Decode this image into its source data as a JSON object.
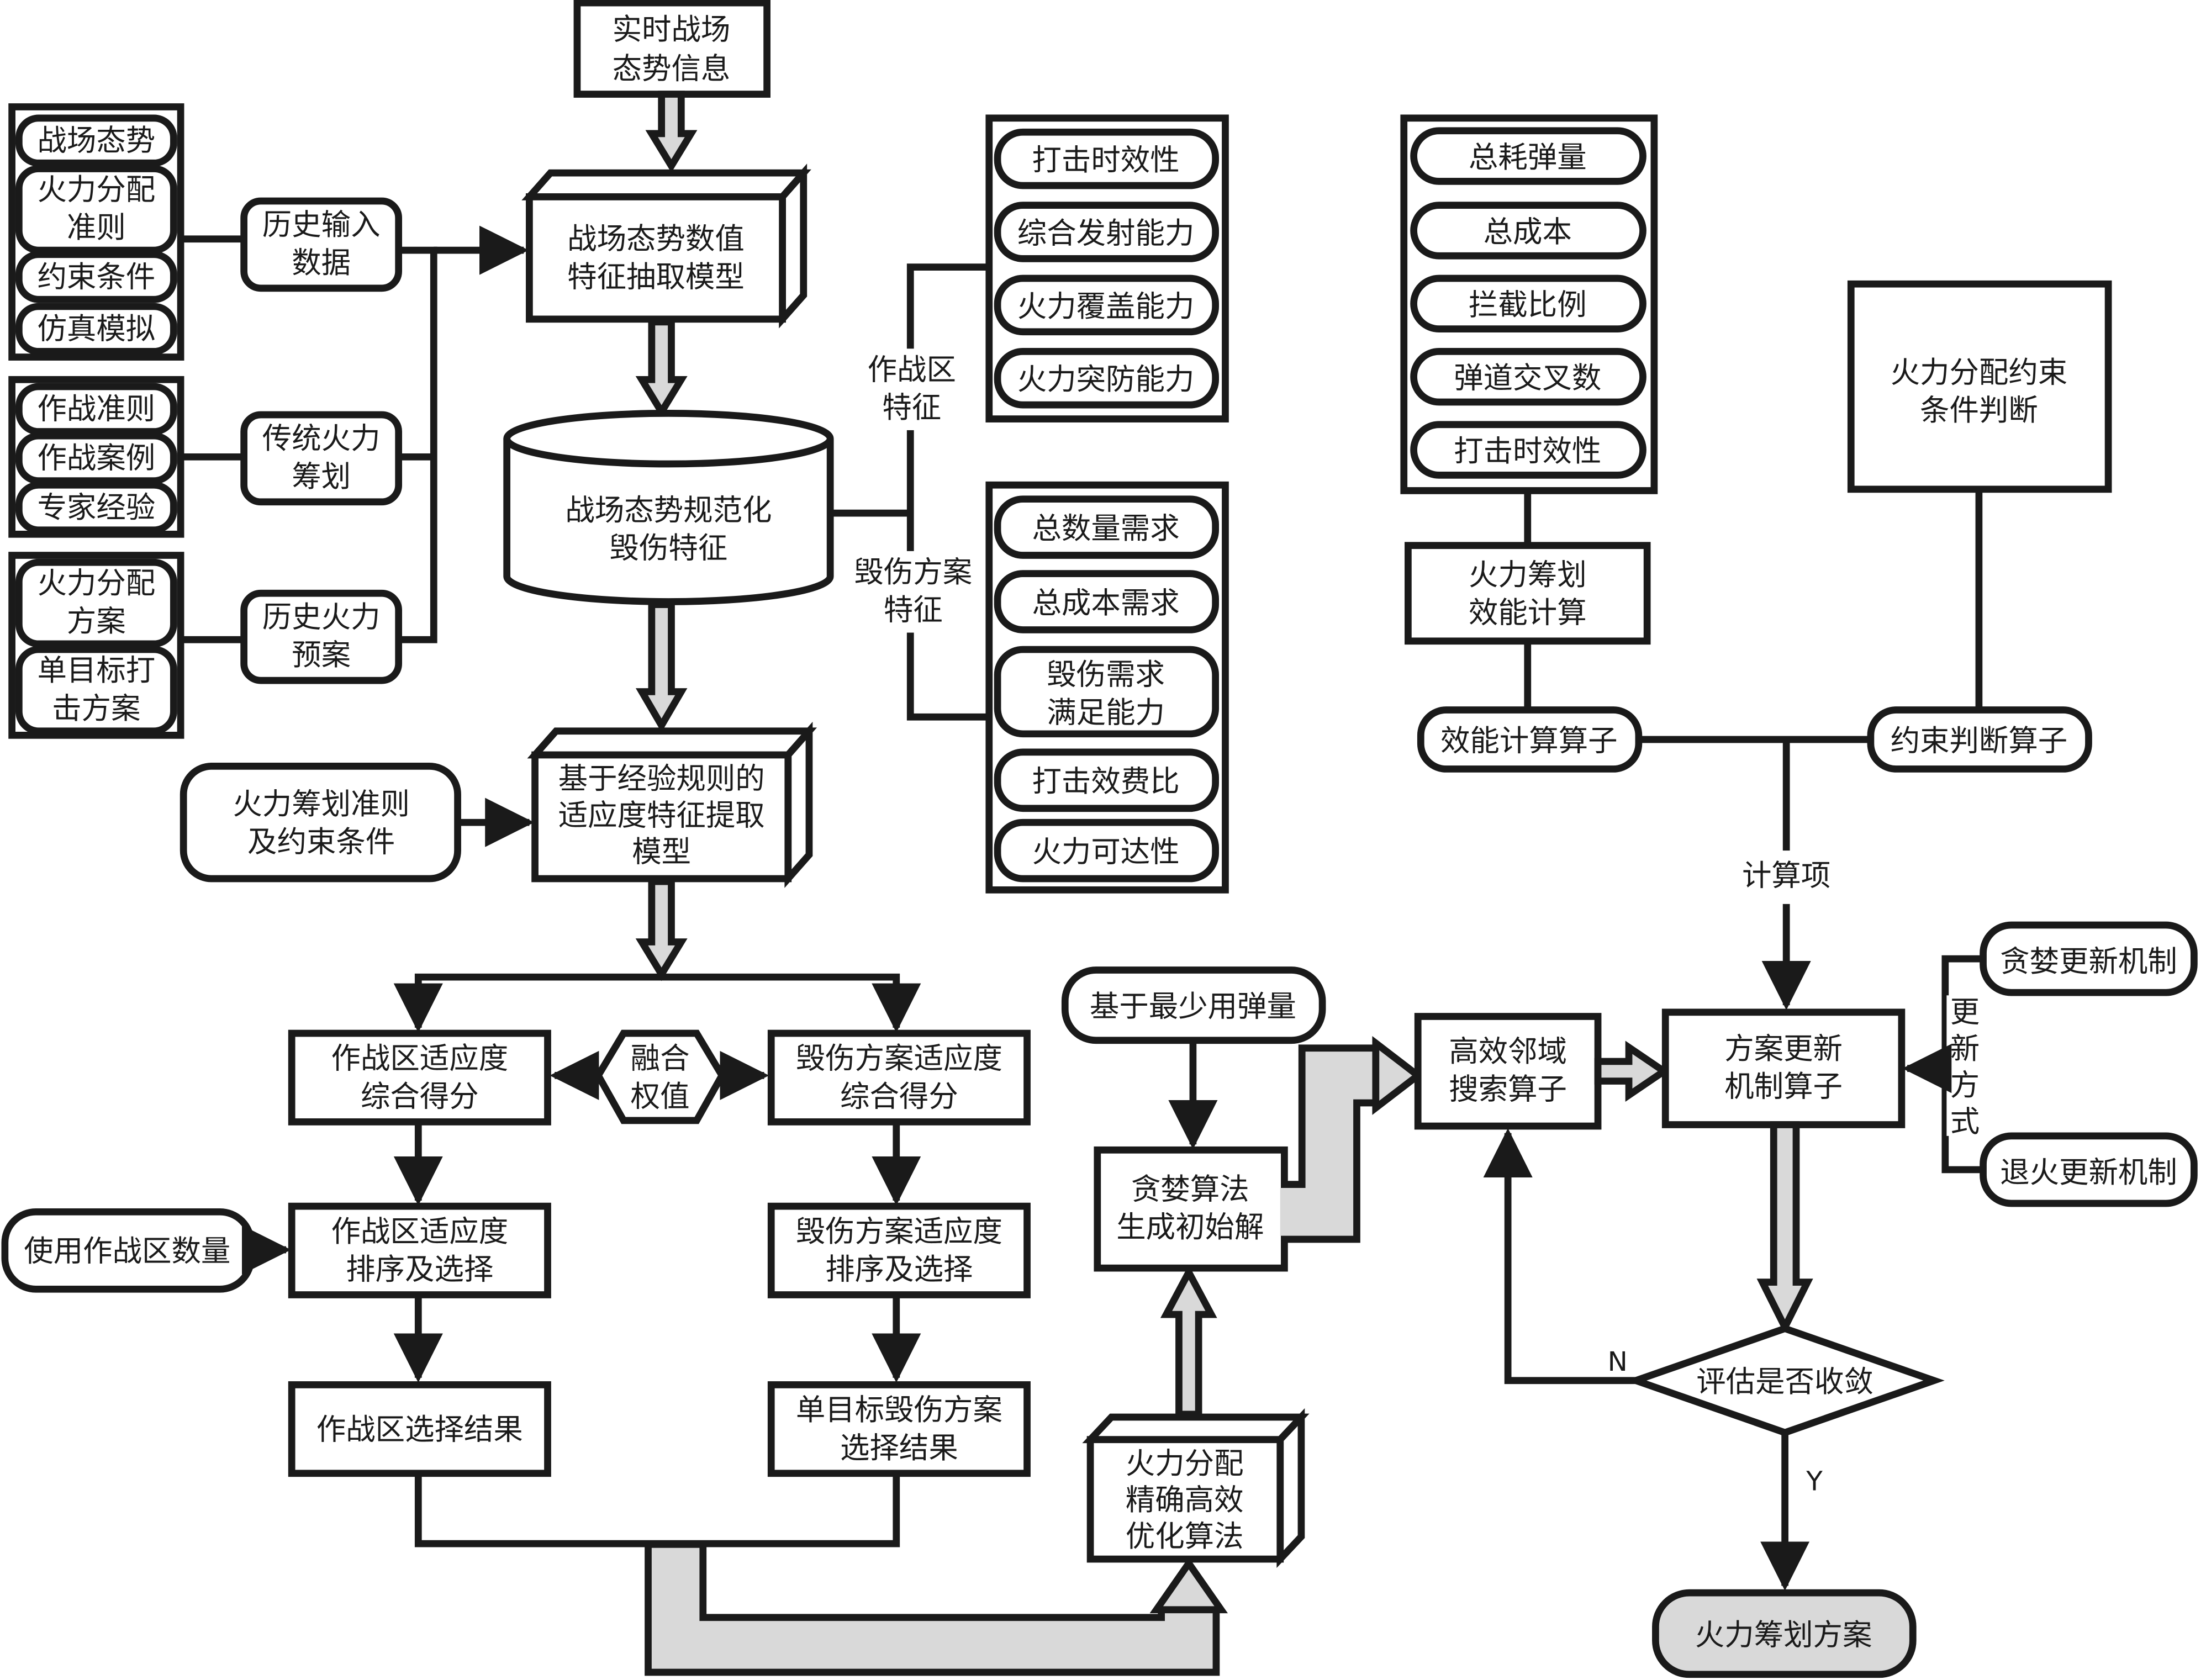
{
  "nodes": {
    "realtime_info": "实时战场态势信息",
    "history_group": [
      "战场态势",
      "火力分配准则",
      "约束条件",
      "仿真模拟"
    ],
    "tradition_group": [
      "作战准则",
      "作战案例",
      "专家经验"
    ],
    "plan_group": [
      "火力分配方案",
      "单目标打击方案"
    ],
    "history_input": "历史输入数据",
    "traditional_planning": "传统火力筹划",
    "historical_plans": "历史火力预案",
    "extraction_model": "战场态势数值特征抽取模型",
    "normalized_feature": "战场态势规范化毁伤特征",
    "zone_feature_label": "作战区特征",
    "damage_feature_label": "毁伤方案特征",
    "zone_features": [
      "打击时效性",
      "综合发射能力",
      "火力覆盖能力",
      "火力突防能力"
    ],
    "damage_features": [
      "总数量需求",
      "总成本需求",
      "毁伤需求满足能力",
      "打击效费比",
      "火力可达性"
    ],
    "criteria_input": "火力筹划准则及约束条件",
    "fitness_model": "基于经验规则的适应度特征提取模型",
    "zone_score": "作战区适应度综合得分",
    "fusion_weight": "融合权值",
    "damage_score": "毁伤方案适应度综合得分",
    "zone_count": "使用作战区数量",
    "zone_sort": "作战区适应度排序及选择",
    "damage_sort": "毁伤方案适应度排序及选择",
    "zone_result": "作战区选择结果",
    "damage_result": "单目标毁伤方案选择结果",
    "optimization_algorithm": "火力分配精确高效优化算法",
    "min_ammo": "基于最少用弹量",
    "greedy_init": "贪婪算法生成初始解",
    "neighborhood_search": "高效邻域搜索算子",
    "update_operator": "方案更新机制算子",
    "metrics": [
      "总耗弹量",
      "总成本",
      "拦截比例",
      "弹道交叉数",
      "打击时效性"
    ],
    "efficiency_calc": "火力筹划效能计算",
    "constraint_judge": "火力分配约束条件判断",
    "efficiency_operator": "效能计算算子",
    "constraint_operator": "约束判断算子",
    "calc_item": "计算项",
    "greedy_update": "贪婪更新机制",
    "update_mode": "更新方式",
    "annealing_update": "退火更新机制",
    "convergence": "评估是否收敛",
    "no": "N",
    "yes": "Y",
    "final_plan": "火力筹划方案"
  }
}
